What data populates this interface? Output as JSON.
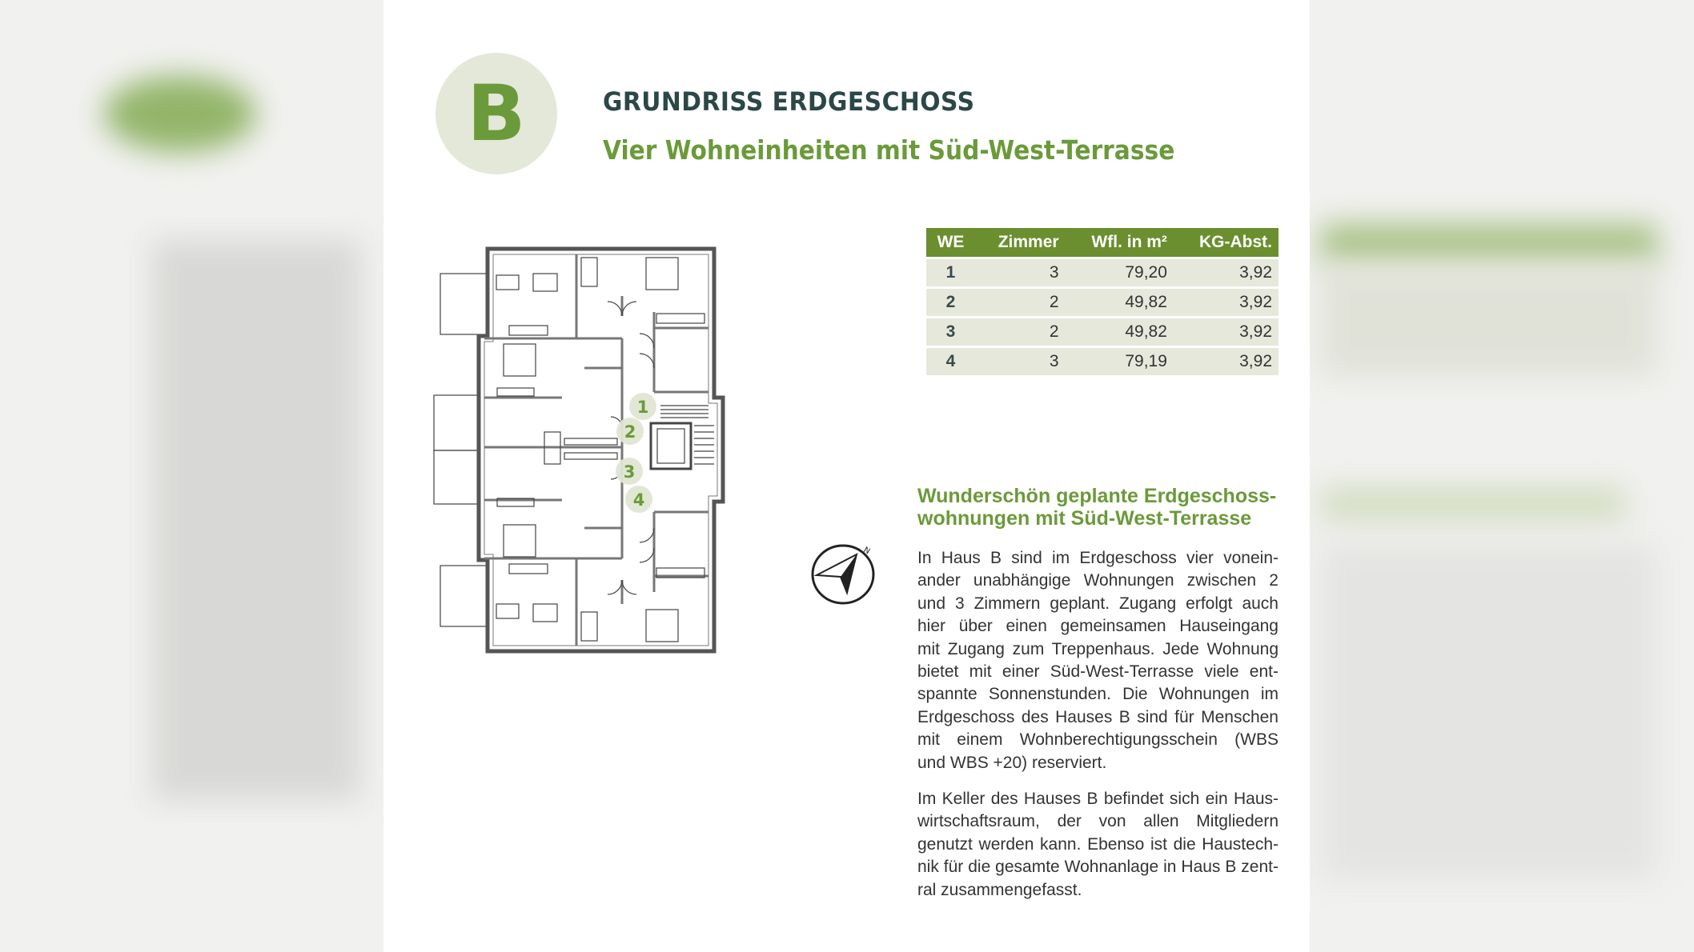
{
  "badge": {
    "letter": "B",
    "color": "#6b9a3a"
  },
  "header": {
    "title": "GRUNDRISS ERDGESCHOSS",
    "subtitle": "Vier Wohneinheiten mit Süd-West-Terrasse"
  },
  "table": {
    "columns": [
      "WE",
      "Zimmer",
      "Wfl. in m²",
      "KG-Abst."
    ],
    "rows": [
      [
        "1",
        "3",
        "79,20",
        "3,92"
      ],
      [
        "2",
        "2",
        "49,82",
        "3,92"
      ],
      [
        "3",
        "2",
        "49,82",
        "3,92"
      ],
      [
        "4",
        "3",
        "79,19",
        "3,92"
      ]
    ],
    "header_color": "#6b8e2f"
  },
  "plan": {
    "unit_markers": [
      "1",
      "2",
      "3",
      "4"
    ]
  },
  "compass": {
    "label": "N"
  },
  "section": {
    "heading_lines": [
      "Wunderschön geplante Erdgeschoss-",
      "wohnungen mit Süd-West-Terrasse"
    ],
    "paragraph1_lines": [
      "In Haus B sind im Erdgeschoss vier vonein-",
      "ander unabhängige Wohnungen zwischen 2",
      "und 3 Zimmern geplant. Zugang erfolgt auch",
      "hier über einen gemeinsamen Hauseingang",
      "mit Zugang zum Treppenhaus. Jede Wohnung",
      "bietet mit einer Süd-West-Terrasse viele ent-",
      "spannte Sonnenstunden. Die Wohnungen im",
      "Erdgeschoss des Hauses B sind für Menschen",
      "mit einem Wohnberechtigungsschein (WBS",
      "und WBS +20) reserviert."
    ],
    "paragraph2_lines": [
      "Im Keller des Hauses B befindet sich ein Haus-",
      "wirtschaftsraum, der von allen Mitgliedern",
      "genutzt werden kann. Ebenso ist die Haustech-",
      "nik für die gesamte Wohnanlage in Haus B zent-",
      "ral zusammengefasst."
    ]
  }
}
